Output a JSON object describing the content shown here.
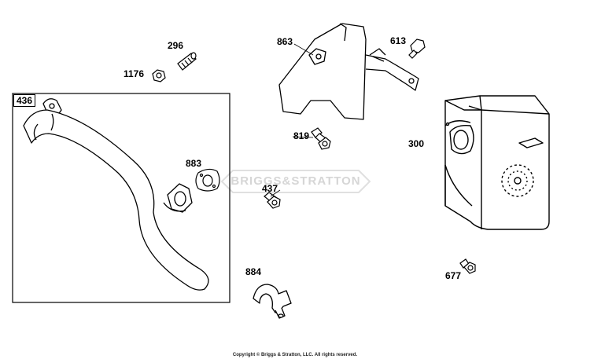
{
  "parts": [
    {
      "id": "436",
      "boxed": true
    },
    {
      "id": "1176",
      "boxed": false
    },
    {
      "id": "296",
      "boxed": false
    },
    {
      "id": "883",
      "boxed": false
    },
    {
      "id": "863",
      "boxed": false
    },
    {
      "id": "613",
      "boxed": false
    },
    {
      "id": "819",
      "boxed": false
    },
    {
      "id": "437",
      "boxed": false
    },
    {
      "id": "300",
      "boxed": false
    },
    {
      "id": "884",
      "boxed": false
    },
    {
      "id": "677",
      "boxed": false
    }
  ],
  "watermark": "BRIGGS&STRATTON",
  "copyright": "Copyright © Briggs & Stratton, LLC. All rights reserved.",
  "colors": {
    "line": "#000000",
    "part_fill": "#ffffff",
    "watermark": "#d6d6d6"
  }
}
